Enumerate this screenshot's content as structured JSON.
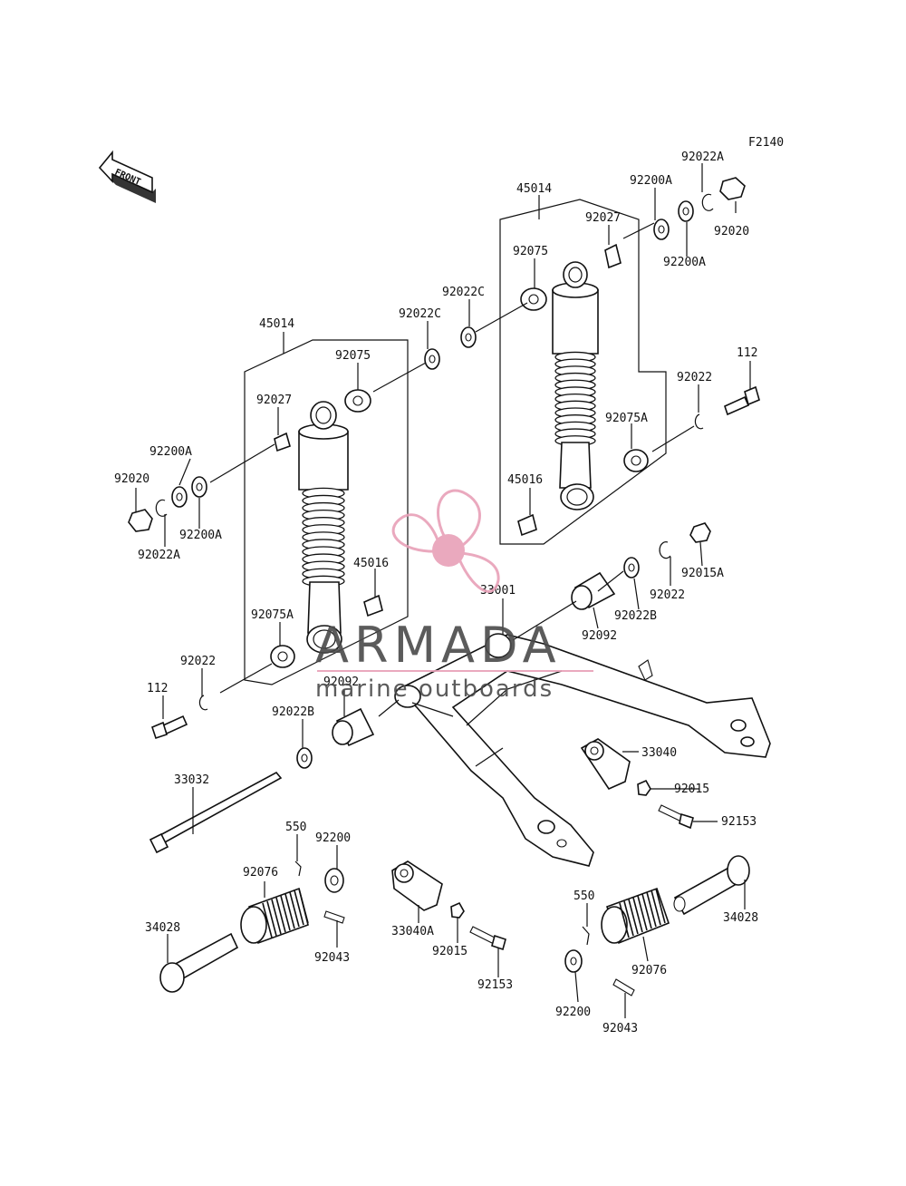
{
  "diagram": {
    "code": "F2140",
    "front_label": "FRONT"
  },
  "watermark": {
    "brand": "ARMADA",
    "tagline": "marine outboards",
    "color": "#e8a0b8"
  },
  "labels": {
    "l_45014_right": "45014",
    "l_92022A_top": "92022A",
    "l_92200A_top": "92200A",
    "l_92027_right": "92027",
    "l_92020_right": "92020",
    "l_92200A_right": "92200A",
    "l_92075_right": "92075",
    "l_92022C_right": "92022C",
    "l_112_right": "112",
    "l_92022_right": "92022",
    "l_92075A_right": "92075A",
    "l_45016_right": "45016",
    "l_92015A": "92015A",
    "l_92022_mid": "92022",
    "l_92022B_right": "92022B",
    "l_92092_right": "92092",
    "l_33001": "33001",
    "l_45014_left": "45014",
    "l_92022C_left": "92022C",
    "l_92075_left": "92075",
    "l_92027_left": "92027",
    "l_92200A_left_top": "92200A",
    "l_92020_left": "92020",
    "l_92200A_left_bot": "92200A",
    "l_92022A_left": "92022A",
    "l_45016_left": "45016",
    "l_92075A_left": "92075A",
    "l_92022_left": "92022",
    "l_112_left": "112",
    "l_92092_left": "92092",
    "l_92022B_left": "92022B",
    "l_33040": "33040",
    "l_92015_right": "92015",
    "l_92153_right": "92153",
    "l_33032": "33032",
    "l_550_left": "550",
    "l_92200_left": "92200",
    "l_92076_left": "92076",
    "l_34028_left": "34028",
    "l_92043_left": "92043",
    "l_33040A": "33040A",
    "l_92015_left": "92015",
    "l_92153_left": "92153",
    "l_550_right": "550",
    "l_34028_right": "34028",
    "l_92076_right": "92076",
    "l_92200_right": "92200",
    "l_92043_right": "92043"
  }
}
